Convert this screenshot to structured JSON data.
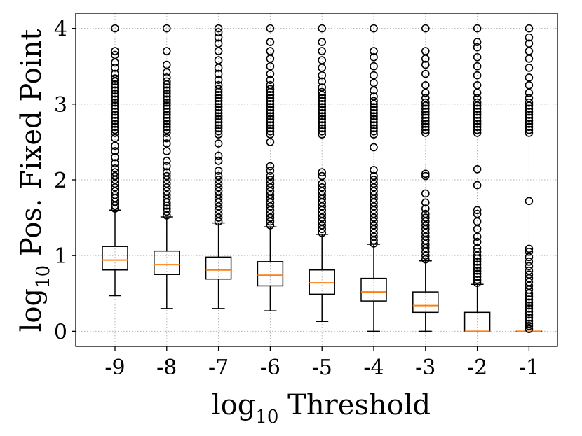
{
  "chart_data": {
    "type": "box",
    "xlabel": "log10 Threshold",
    "xlabel_base": "log",
    "xlabel_sub": "10",
    "xlabel_rest": " Threshold",
    "ylabel": "log10 Pos. Fixed Point",
    "ylabel_base": "log",
    "ylabel_sub": "10",
    "ylabel_rest": " Pos. Fixed Point",
    "ylim": [
      -0.2,
      4.2
    ],
    "yticks": [
      0,
      1,
      2,
      3,
      4
    ],
    "grid": true,
    "grid_color": "#b0b0b0",
    "median_color": "#ff7f0e",
    "categories": [
      "-9",
      "-8",
      "-7",
      "-6",
      "-5",
      "-4",
      "-3",
      "-2",
      "-1"
    ],
    "boxes": [
      {
        "whisker_low": 0.47,
        "q1": 0.81,
        "median": 0.94,
        "q3": 1.12,
        "whisker_high": 1.6,
        "outliers": [
          1.62,
          1.66,
          1.71,
          1.76,
          1.8,
          1.85,
          1.9,
          1.95,
          2.0,
          2.05,
          2.1,
          2.15,
          2.22,
          2.3,
          2.38,
          2.45,
          2.55,
          2.62,
          2.66,
          2.7,
          2.74,
          2.78,
          2.82,
          2.86,
          2.9,
          2.94,
          2.98,
          3.02,
          3.06,
          3.1,
          3.14,
          3.18,
          3.22,
          3.26,
          3.3,
          3.34,
          3.4,
          3.48,
          3.55,
          3.65,
          3.7,
          4.0
        ]
      },
      {
        "whisker_low": 0.3,
        "q1": 0.75,
        "median": 0.88,
        "q3": 1.06,
        "whisker_high": 1.51,
        "outliers": [
          1.53,
          1.58,
          1.62,
          1.66,
          1.7,
          1.75,
          1.8,
          1.85,
          1.9,
          1.95,
          2.0,
          2.05,
          2.1,
          2.18,
          2.25,
          2.38,
          2.48,
          2.55,
          2.62,
          2.66,
          2.7,
          2.74,
          2.78,
          2.82,
          2.86,
          2.9,
          2.94,
          2.98,
          3.02,
          3.06,
          3.1,
          3.14,
          3.18,
          3.22,
          3.26,
          3.3,
          3.35,
          3.42,
          3.52,
          3.7,
          4.0
        ]
      },
      {
        "whisker_low": 0.3,
        "q1": 0.69,
        "median": 0.81,
        "q3": 0.98,
        "whisker_high": 1.43,
        "outliers": [
          1.45,
          1.5,
          1.55,
          1.6,
          1.65,
          1.7,
          1.75,
          1.8,
          1.85,
          1.9,
          1.95,
          2.0,
          2.05,
          2.12,
          2.25,
          2.32,
          2.48,
          2.6,
          2.64,
          2.68,
          2.72,
          2.76,
          2.8,
          2.84,
          2.88,
          2.92,
          2.96,
          3.0,
          3.04,
          3.08,
          3.12,
          3.16,
          3.2,
          3.25,
          3.32,
          3.4,
          3.48,
          3.58,
          3.7,
          3.8,
          3.88,
          3.95,
          4.0
        ]
      },
      {
        "whisker_low": 0.27,
        "q1": 0.6,
        "median": 0.74,
        "q3": 0.92,
        "whisker_high": 1.38,
        "outliers": [
          1.4,
          1.45,
          1.5,
          1.55,
          1.6,
          1.65,
          1.7,
          1.75,
          1.8,
          1.85,
          1.9,
          1.95,
          2.0,
          2.05,
          2.12,
          2.18,
          2.5,
          2.6,
          2.64,
          2.68,
          2.72,
          2.76,
          2.8,
          2.84,
          2.88,
          2.92,
          2.96,
          3.0,
          3.04,
          3.08,
          3.12,
          3.16,
          3.2,
          3.25,
          3.32,
          3.4,
          3.5,
          3.6,
          3.7,
          3.82,
          4.0
        ]
      },
      {
        "whisker_low": 0.13,
        "q1": 0.49,
        "median": 0.64,
        "q3": 0.81,
        "whisker_high": 1.28,
        "outliers": [
          1.3,
          1.35,
          1.4,
          1.45,
          1.5,
          1.55,
          1.6,
          1.65,
          1.7,
          1.75,
          1.8,
          1.85,
          1.9,
          1.95,
          2.05,
          2.1,
          2.6,
          2.64,
          2.68,
          2.72,
          2.76,
          2.8,
          2.84,
          2.88,
          2.92,
          2.96,
          3.0,
          3.04,
          3.08,
          3.12,
          3.16,
          3.22,
          3.3,
          3.38,
          3.48,
          3.58,
          3.7,
          3.82,
          4.0
        ]
      },
      {
        "whisker_low": 0.0,
        "q1": 0.4,
        "median": 0.52,
        "q3": 0.7,
        "whisker_high": 1.15,
        "outliers": [
          1.16,
          1.2,
          1.25,
          1.3,
          1.35,
          1.4,
          1.45,
          1.5,
          1.55,
          1.6,
          1.65,
          1.7,
          1.75,
          1.8,
          1.85,
          1.9,
          1.95,
          2.0,
          2.05,
          2.13,
          2.43,
          2.6,
          2.64,
          2.68,
          2.72,
          2.76,
          2.8,
          2.84,
          2.88,
          2.92,
          2.96,
          3.0,
          3.04,
          3.1,
          3.18,
          3.28,
          3.38,
          3.5,
          3.62,
          3.7,
          4.0
        ]
      },
      {
        "whisker_low": 0.0,
        "q1": 0.25,
        "median": 0.34,
        "q3": 0.52,
        "whisker_high": 0.93,
        "outliers": [
          0.95,
          1.0,
          1.05,
          1.1,
          1.15,
          1.2,
          1.25,
          1.3,
          1.35,
          1.4,
          1.45,
          1.5,
          1.55,
          1.62,
          1.7,
          1.82,
          2.05,
          2.08,
          2.62,
          2.66,
          2.7,
          2.74,
          2.78,
          2.82,
          2.86,
          2.9,
          2.94,
          2.98,
          3.02,
          3.08,
          3.15,
          3.25,
          3.4,
          3.52,
          3.6,
          3.7,
          4.0
        ]
      },
      {
        "whisker_low": 0.0,
        "q1": 0.0,
        "median": 0.0,
        "q3": 0.25,
        "whisker_high": 0.62,
        "outliers": [
          0.64,
          0.68,
          0.72,
          0.76,
          0.8,
          0.84,
          0.88,
          0.92,
          0.96,
          1.0,
          1.05,
          1.1,
          1.18,
          1.25,
          1.35,
          1.45,
          1.55,
          1.6,
          1.93,
          2.14,
          2.62,
          2.66,
          2.7,
          2.74,
          2.78,
          2.82,
          2.86,
          2.9,
          2.94,
          2.98,
          3.02,
          3.08,
          3.15,
          3.25,
          3.38,
          3.5,
          3.62,
          3.75,
          3.82,
          4.0
        ]
      },
      {
        "whisker_low": 0.0,
        "q1": 0.0,
        "median": 0.0,
        "q3": 0.0,
        "whisker_high": 0.0,
        "outliers": [
          0.03,
          0.07,
          0.1,
          0.14,
          0.18,
          0.22,
          0.26,
          0.3,
          0.34,
          0.38,
          0.42,
          0.46,
          0.5,
          0.55,
          0.6,
          0.65,
          0.7,
          0.75,
          0.8,
          0.86,
          0.92,
          0.98,
          1.05,
          1.09,
          1.72,
          2.62,
          2.66,
          2.7,
          2.74,
          2.78,
          2.82,
          2.86,
          2.9,
          2.94,
          2.98,
          3.02,
          3.08,
          3.15,
          3.25,
          3.35,
          3.48,
          3.6,
          3.7,
          3.8,
          3.88,
          4.0
        ]
      }
    ]
  }
}
